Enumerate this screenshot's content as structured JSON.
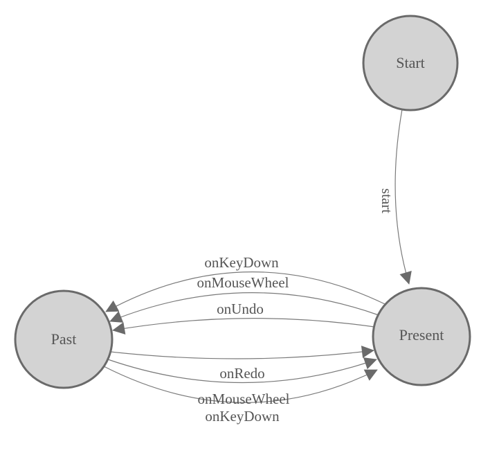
{
  "diagram": {
    "type": "state-diagram",
    "background_color": "#ffffff",
    "node_fill_color": "#d3d3d3",
    "node_border_color": "#6a6a6a",
    "edge_color": "#7a7a7a",
    "arrowhead_color": "#6a6a6a",
    "text_color": "#555555",
    "nodes": [
      {
        "id": "start",
        "label": "Start"
      },
      {
        "id": "past",
        "label": "Past"
      },
      {
        "id": "present",
        "label": "Present"
      }
    ],
    "edges": [
      {
        "from": "Start",
        "to": "Present",
        "label": "start"
      },
      {
        "from": "Present",
        "to": "Past",
        "label": "onKeyDown"
      },
      {
        "from": "Present",
        "to": "Past",
        "label": "onMouseWheel"
      },
      {
        "from": "Present",
        "to": "Past",
        "label": "onUndo"
      },
      {
        "from": "Past",
        "to": "Present",
        "label": "onRedo"
      },
      {
        "from": "Past",
        "to": "Present",
        "label": "onMouseWheel"
      },
      {
        "from": "Past",
        "to": "Present",
        "label": "onKeyDown"
      }
    ]
  }
}
